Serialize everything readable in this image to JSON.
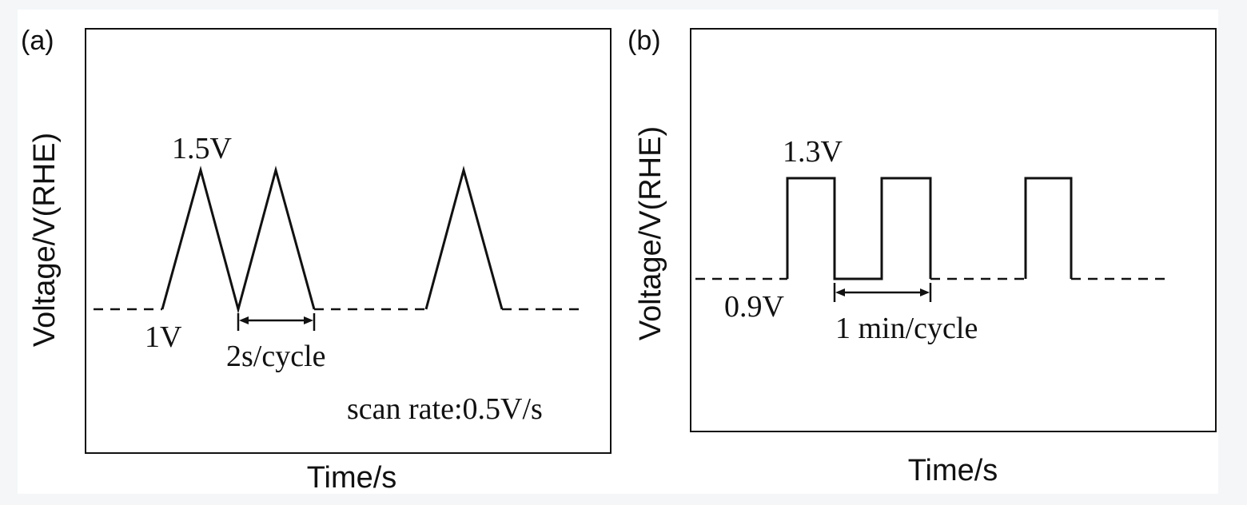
{
  "panels": [
    {
      "tag": "(a)",
      "ylabel": "Voltage/V(RHE)",
      "xlabel": "Time/s",
      "high_label": "1.5V",
      "low_label": "1V",
      "period_label": "2s/cycle",
      "note": "scan rate:0.5V/s",
      "waveform": "triangular",
      "voltage_low": 1.0,
      "voltage_high": 1.5
    },
    {
      "tag": "(b)",
      "ylabel": "Voltage/V(RHE)",
      "xlabel": "Time/s",
      "high_label": "1.3V",
      "low_label": "0.9V",
      "period_label": "1 min/cycle",
      "waveform": "square",
      "voltage_low": 0.9,
      "voltage_high": 1.3
    }
  ],
  "colors": {
    "background": "#f4f6f8",
    "frame_fill": "#ffffff",
    "line": "#111111"
  }
}
